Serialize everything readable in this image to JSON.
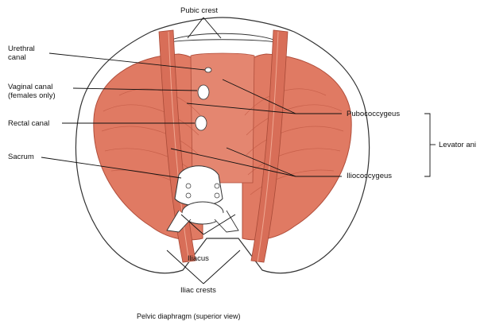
{
  "labels": {
    "pubic_crest": "Pubic crest",
    "urethral_canal_line1": "Urethral",
    "urethral_canal_line2": "canal",
    "vaginal_canal_line1": "Vaginal canal",
    "vaginal_canal_line2": "(females only)",
    "rectal_canal": "Rectal canal",
    "sacrum": "Sacrum",
    "pubococcygeus": "Pubococcygeus",
    "iliococcygeus": "Iliococcygeus",
    "levator_ani": "Levator ani",
    "iliacus": "Iliacus",
    "iliac_crests": "Iliac crests"
  },
  "caption": "Pelvic diaphragm (superior view)",
  "colors": {
    "muscle": "#e07a63",
    "muscle_light": "#eaa08a",
    "muscle_dark": "#c25a45",
    "bone": "#ffffff",
    "outline": "#333333"
  }
}
